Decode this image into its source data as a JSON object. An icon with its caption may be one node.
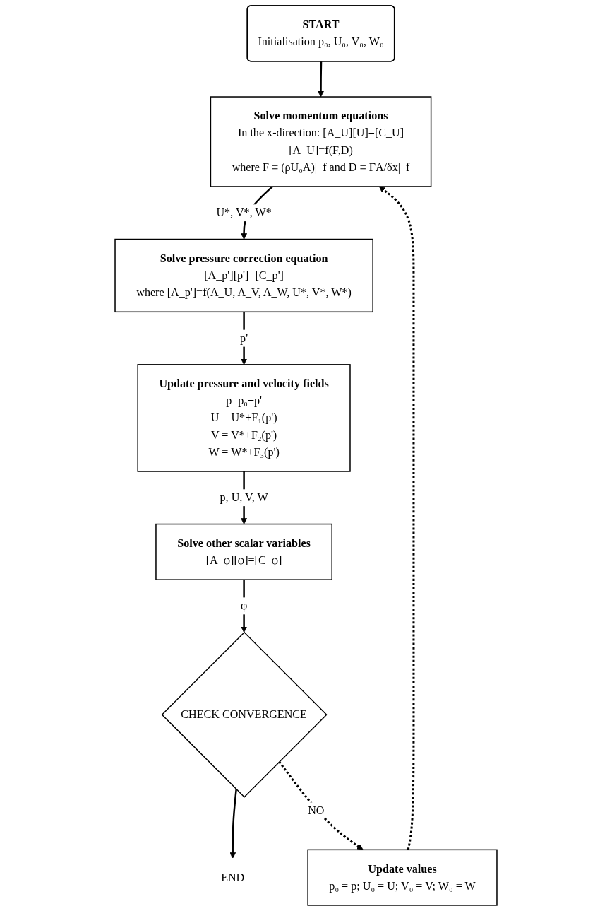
{
  "diagram": {
    "nodes": [
      {
        "text": [
          "START",
          "Initialisation p₀, U₀, V₀, W₀"
        ]
      },
      {
        "text": [
          "Solve momentum equations",
          "In the x-direction: [A_U][U]=[C_U]",
          "[A_U]=f(F,D)",
          "where F ≡ (ρU₀A)|_f and D ≡ ΓA/δx|_f"
        ]
      },
      {
        "text": [
          "Solve pressure correction equation",
          "[A_p'][p']=[C_p']",
          "where [A_p']=f(A_U, A_V, A_W, U*, V*, W*)"
        ]
      },
      {
        "text": [
          "Update pressure and velocity fields",
          "p=p₀+p'",
          "U = U*+F₁(p')",
          "V = V*+F₂(p')",
          "W = W*+F₃(p')"
        ]
      },
      {
        "text": [
          "Solve other scalar variables",
          "[A_φ][φ]=[C_φ]"
        ]
      },
      {
        "text": [
          "CHECK CONVERGENCE"
        ]
      },
      {
        "text": [
          "END"
        ]
      },
      {
        "text": [
          "Update values",
          "p₀ = p; U₀ = U; V₀ = V; W₀ = W"
        ]
      }
    ],
    "edges": [
      {
        "from": 0,
        "to": 1,
        "arrow": "to"
      },
      {
        "from": 1,
        "to": 2,
        "arrow": "to",
        "label": "U*, V*, W*"
      },
      {
        "from": 2,
        "to": 3,
        "arrow": "to",
        "label": "p'"
      },
      {
        "from": 3,
        "to": 4,
        "arrow": "to",
        "label": "p, U, V, W"
      },
      {
        "from": 4,
        "to": 5,
        "arrow": "to",
        "label": "φ"
      },
      {
        "from": 5,
        "to": 6,
        "arrow": "to"
      },
      {
        "from": 5,
        "to": 7,
        "arrow": "to",
        "label": "NO",
        "style": "dashed"
      },
      {
        "from": 7,
        "to": 1,
        "arrow": "to",
        "style": "dashed"
      }
    ]
  }
}
